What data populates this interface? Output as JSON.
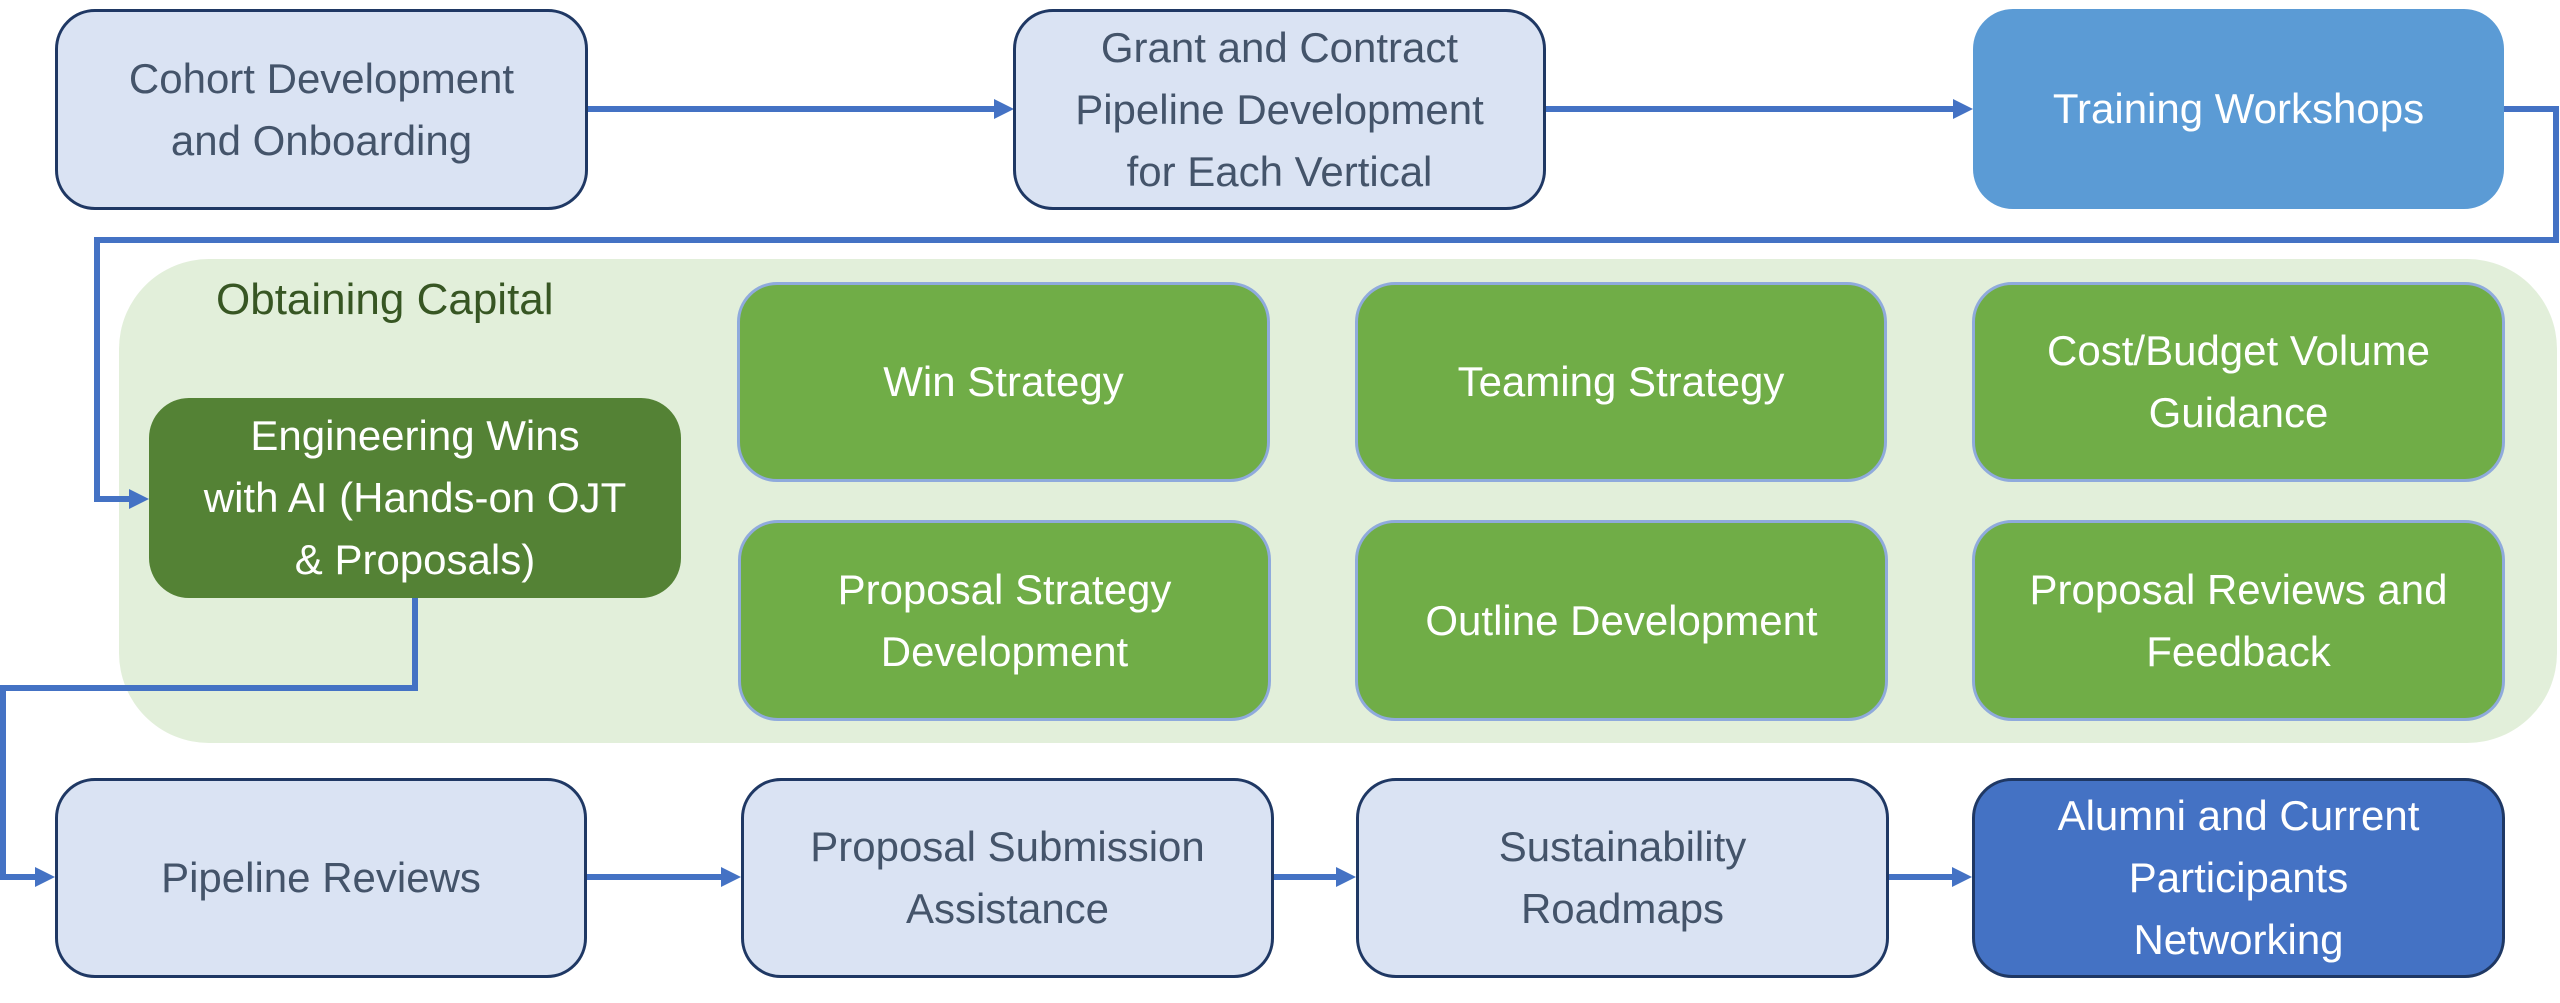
{
  "diagram": {
    "colors": {
      "connector": "#4472C4",
      "light_box_fill": "#DAE3F3",
      "light_box_border": "#1F3864",
      "light_box_text": "#44546A",
      "training_fill": "#5B9BD5",
      "networking_fill": "#4472C4",
      "panel_fill": "#E2EFDA",
      "panel_label": "#375623",
      "green_box_fill": "#70AD47",
      "green_box_border": "#8FAADC",
      "engineering_fill": "#548235"
    },
    "top_row": {
      "cohort": "Cohort Development and Onboarding",
      "cohort_lines": [
        "Cohort Development",
        "and Onboarding"
      ],
      "pipeline_dev_lines": [
        "Grant and Contract",
        "Pipeline Development",
        "for Each Vertical"
      ],
      "training": "Training Workshops"
    },
    "panel": {
      "label": "Obtaining Capital",
      "engineering_lines": [
        "Engineering Wins",
        "with AI (Hands-on OJT",
        "& Proposals)"
      ],
      "items": [
        {
          "lines": [
            "Win Strategy"
          ]
        },
        {
          "lines": [
            "Teaming Strategy"
          ]
        },
        {
          "lines": [
            "Cost/Budget Volume",
            "Guidance"
          ]
        },
        {
          "lines": [
            "Proposal Strategy",
            "Development"
          ]
        },
        {
          "lines": [
            "Outline Development"
          ]
        },
        {
          "lines": [
            "Proposal Reviews and",
            "Feedback"
          ]
        }
      ]
    },
    "bottom_row": {
      "pipeline_reviews": "Pipeline Reviews",
      "submission_lines": [
        "Proposal Submission",
        "Assistance"
      ],
      "sustainability_lines": [
        "Sustainability",
        "Roadmaps"
      ],
      "networking_lines": [
        "Alumni and Current",
        "Participants",
        "Networking"
      ]
    }
  }
}
